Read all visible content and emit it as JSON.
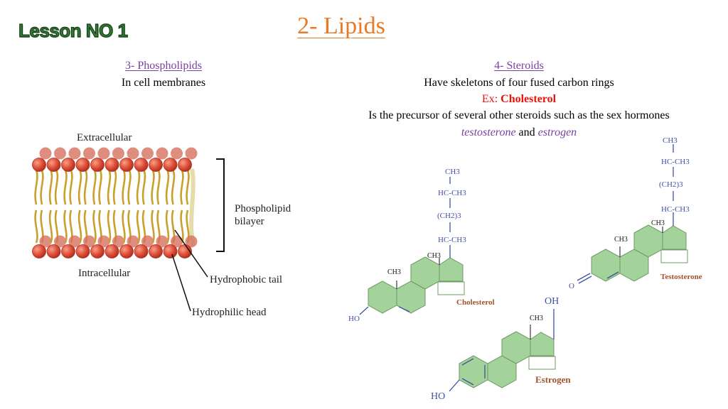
{
  "header": {
    "lesson": "Lesson NO 1",
    "title": "2- Lipids"
  },
  "left": {
    "heading": "3- Phospholipids",
    "subtitle": "In cell membranes",
    "diagram": {
      "extracellular": "Extracellular",
      "intracellular": "Intracellular",
      "bilayer_line1": "Phospholipid",
      "bilayer_line2": "bilayer",
      "tail": "Hydrophobic tail",
      "head": "Hydrophilic head"
    }
  },
  "right": {
    "heading": "4- Steroids",
    "line1": "Have skeletons of four fused carbon rings",
    "ex_prefix": "Ex:",
    "ex_name": "Cholesterol",
    "line3": "Is the precursor of several other steroids such as the sex hormones",
    "hormone1": "testosterone",
    "and_word": "and",
    "hormone2": "estrogen"
  },
  "structures": {
    "cholesterol": {
      "name": "Cholesterol",
      "chain": [
        "CH3",
        "HC-CH3",
        "(CH2)3",
        "HC-CH3"
      ],
      "methyl1": "CH3",
      "methyl2": "CH3",
      "ho": "HO"
    },
    "testosterone": {
      "name": "Testosterone",
      "chain": [
        "CH3",
        "HC-CH3",
        "(CH2)3",
        "HC-CH3"
      ],
      "methyl1": "CH3",
      "methyl2": "CH3",
      "o": "O"
    },
    "estrogen": {
      "name": "Estrogen",
      "oh": "OH",
      "methyl": "CH3",
      "ho": "HO"
    }
  },
  "colors": {
    "title": "#e87a25",
    "purple": "#7b3fa0",
    "red": "#e8140c",
    "ring": "#99cc88",
    "bond": "#3f51a5",
    "label": "#a0522d"
  }
}
